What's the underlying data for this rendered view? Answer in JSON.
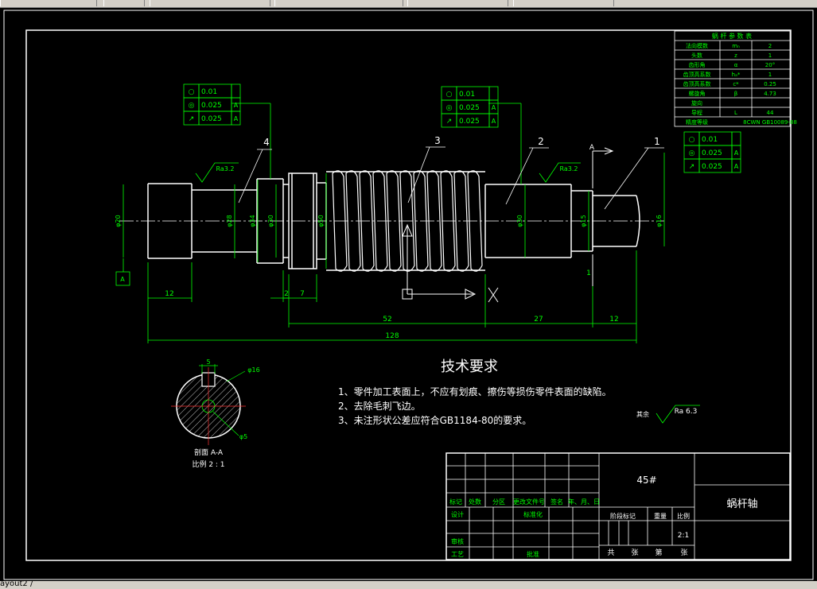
{
  "layout_tab": "ayout2 /",
  "drawing": {
    "title": "蜗杆轴",
    "material": "45#",
    "scale": "2:1",
    "tech_title": "技术要求",
    "notes": [
      "1、零件加工表面上，不应有划痕、擦伤等损伤零件表面的缺陷。",
      "2、去除毛刺飞边。",
      "3、未注形状公差应符合GB1184-80的要求。"
    ],
    "rest_roughness_label": "其余",
    "rest_roughness_value": "Ra 6.3",
    "roughness_left": "Ra3.2",
    "roughness_right": "Ra3.2",
    "balloons": [
      "1",
      "2",
      "3",
      "4"
    ],
    "section_label": "A",
    "dims": {
      "d12": "12",
      "d2": "2",
      "d7": "7",
      "d52": "52",
      "d27": "27",
      "d12b": "12",
      "d128": "128",
      "d1": "1"
    },
    "diameters": {
      "left_end": "φ20",
      "journal_left": "φ28",
      "shoulder": "φ34",
      "body": "φ30",
      "worm": "φ50",
      "right_mid": "φ30",
      "right_journal": "φ15",
      "right_end": "φ16"
    },
    "section_view": {
      "label": "剖面 A-A",
      "scale_label": "比例 2 : 1",
      "key_width": "5",
      "dia_outer": "φ16",
      "dia_inner": "φ5"
    },
    "datum_left": "A",
    "tolerance_frames": [
      {
        "rows": [
          {
            "sym": "○",
            "val": "0.01",
            "datum": ""
          },
          {
            "sym": "◎",
            "val": "0.025",
            "datum": "A"
          },
          {
            "sym": "↗",
            "val": "0.025",
            "datum": "A"
          }
        ]
      },
      {
        "rows": [
          {
            "sym": "○",
            "val": "0.01",
            "datum": ""
          },
          {
            "sym": "◎",
            "val": "0.025",
            "datum": "A"
          },
          {
            "sym": "↗",
            "val": "0.025",
            "datum": "A"
          }
        ]
      },
      {
        "rows": [
          {
            "sym": "○",
            "val": "0.01",
            "datum": ""
          },
          {
            "sym": "◎",
            "val": "0.025",
            "datum": "A"
          },
          {
            "sym": "↗",
            "val": "0.025",
            "datum": "A"
          }
        ]
      }
    ],
    "params_table": {
      "header": "蜗 杆 参 数 表",
      "rows": [
        [
          "法向模数",
          "mₙ",
          "2"
        ],
        [
          "头数",
          "z",
          "1"
        ],
        [
          "齿形角",
          "α",
          "20°"
        ],
        [
          "齿顶高系数",
          "hₐ*",
          "1"
        ],
        [
          "齿顶高系数",
          "c*",
          "0.25"
        ],
        [
          "螺旋角",
          "β",
          "4.73"
        ],
        [
          "旋向",
          "",
          ""
        ],
        [
          "导程",
          "L",
          "44"
        ],
        [
          "精度等级",
          "",
          "8CWN GB10089-88"
        ]
      ]
    },
    "title_block": {
      "headers": [
        "标记",
        "处数",
        "分区",
        "更改文件号",
        "签名",
        "年、月、日"
      ],
      "design": "设计",
      "standardize": "标准化",
      "review": "审核",
      "process": "工艺",
      "approve": "批准",
      "stage_mark": "阶段标记",
      "weight": "重量",
      "scale_label": "比例",
      "sheets": [
        "共",
        "张",
        "第",
        "张"
      ]
    }
  }
}
